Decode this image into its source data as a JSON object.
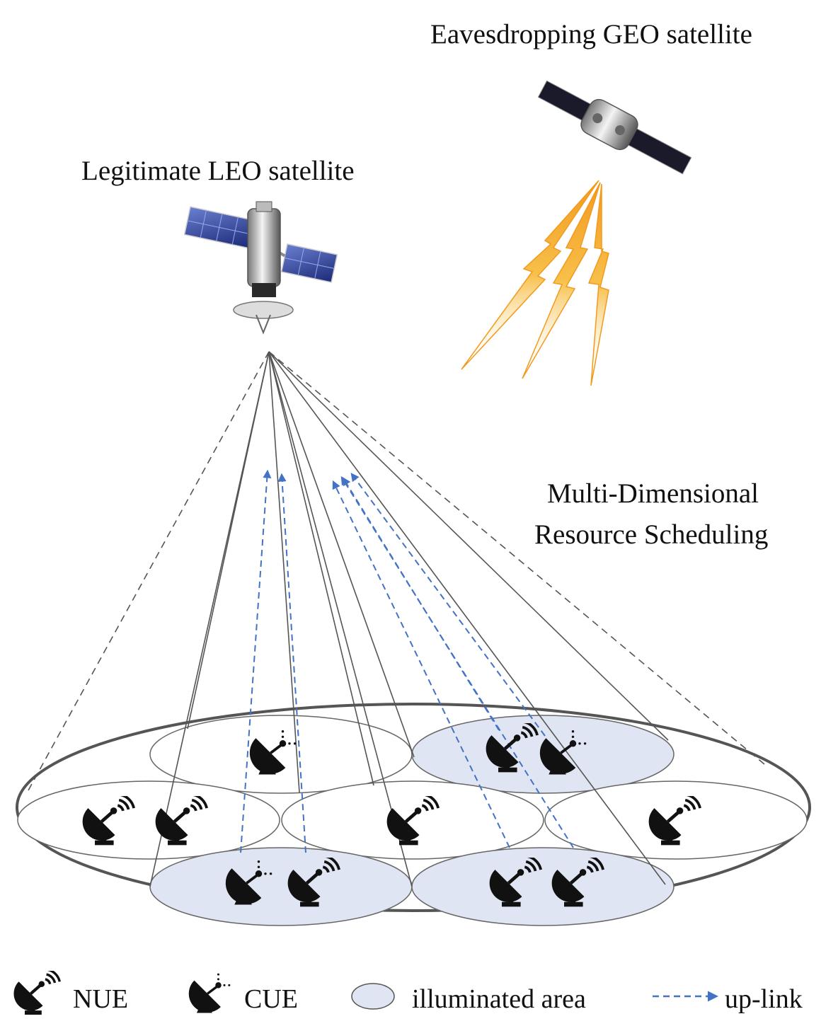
{
  "labels": {
    "geo": "Eavesdropping GEO satellite",
    "leo": "Legitimate LEO satellite",
    "scheduling_line1": "Multi-Dimensional",
    "scheduling_line2": "Resource Scheduling"
  },
  "legend": {
    "nue": "NUE",
    "cue": "CUE",
    "illuminated": "illuminated area",
    "uplink": "up-link"
  },
  "colors": {
    "illuminated_fill": "#dfe5f2",
    "uplink": "#4472c4",
    "beam": "#555555",
    "lightning": "#f7a823"
  },
  "icons": {
    "nue": "satellite-dish-signal-icon",
    "cue": "satellite-dish-icon",
    "leo": "leo-satellite-icon",
    "geo": "geo-satellite-icon"
  }
}
